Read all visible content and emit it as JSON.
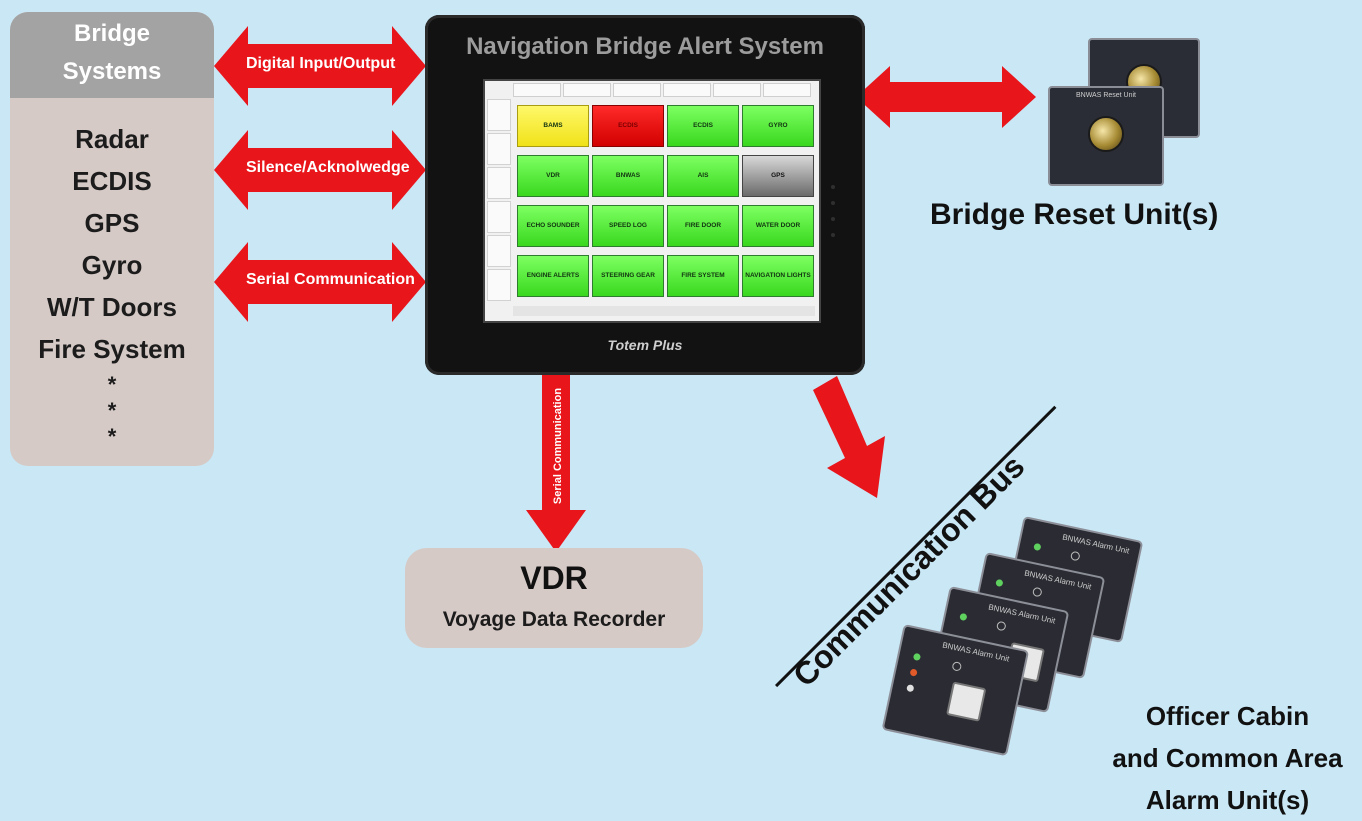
{
  "bridge_systems": {
    "header": [
      "Bridge",
      "Systems"
    ],
    "items": [
      "Radar",
      "ECDIS",
      "GPS",
      "Gyro",
      "W/T Doors",
      "Fire System",
      "*",
      "*",
      "*"
    ]
  },
  "arrows": {
    "digital_io": "Digital Input/Output",
    "silence_ack": "Silence/Acknolwedge",
    "serial": "Serial Communication",
    "vdr_serial": "Serial Communication"
  },
  "monitor": {
    "title": "Navigation Bridge Alert System",
    "brand": "Totem Plus",
    "tiles": [
      {
        "label": "BAMS",
        "state": "yellow"
      },
      {
        "label": "ECDIS",
        "state": "red"
      },
      {
        "label": "ECDIS",
        "state": "green"
      },
      {
        "label": "GYRO",
        "state": "green"
      },
      {
        "label": "VDR",
        "state": "green"
      },
      {
        "label": "BNWAS",
        "state": "green"
      },
      {
        "label": "AIS",
        "state": "green"
      },
      {
        "label": "GPS",
        "state": "grey"
      },
      {
        "label": "ECHO SOUNDER",
        "state": "green"
      },
      {
        "label": "SPEED LOG",
        "state": "green"
      },
      {
        "label": "FIRE DOOR",
        "state": "green"
      },
      {
        "label": "WATER DOOR",
        "state": "green"
      },
      {
        "label": "ENGINE ALERTS",
        "state": "green"
      },
      {
        "label": "STEERING GEAR",
        "state": "green"
      },
      {
        "label": "FIRE SYSTEM",
        "state": "green"
      },
      {
        "label": "NAVIGATION LIGHTS",
        "state": "green"
      }
    ]
  },
  "reset_units": {
    "label": "Bridge Reset Unit(s)",
    "card_title": "BNWAS Reset Unit"
  },
  "vdr": {
    "title": "VDR",
    "subtitle": "Voyage Data Recorder"
  },
  "bus": {
    "label": "Communication Bus"
  },
  "alarm_units": {
    "card_title": "BNWAS Alarm Unit",
    "label_lines": [
      "Officer Cabin",
      "and Common Area",
      "Alarm Unit(s)"
    ]
  },
  "colors": {
    "background": "#c9e7f5",
    "arrow_red": "#e8151b",
    "panel": "#d6cac6",
    "panel_header": "#a3a3a3"
  }
}
